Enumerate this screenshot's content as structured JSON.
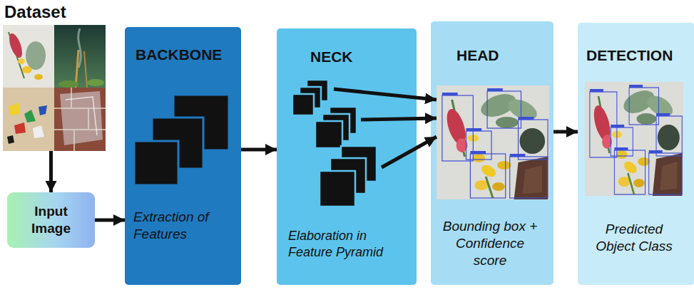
{
  "diagram": {
    "nodes": [
      {
        "text": [
          "Dataset"
        ]
      },
      {
        "text": [
          "Input Image"
        ]
      },
      {
        "text": [
          "BACKBONE",
          "Extraction of Features"
        ]
      },
      {
        "text": [
          "NECK",
          "Elaboration in Feature Pyramid"
        ]
      },
      {
        "text": [
          "HEAD",
          "Bounding box + Confidence score"
        ]
      },
      {
        "text": [
          "DETECTION",
          "Predicted Object Class"
        ]
      }
    ],
    "edges": [
      {
        "from": 0,
        "to": 1,
        "arrow": "to"
      },
      {
        "from": 1,
        "to": 2,
        "arrow": "to"
      },
      {
        "from": 2,
        "to": 3,
        "arrow": "to"
      },
      {
        "from": 3,
        "to": 4,
        "arrow": "to"
      },
      {
        "from": 3,
        "to": 4,
        "arrow": "to"
      },
      {
        "from": 3,
        "to": 4,
        "arrow": "to"
      },
      {
        "from": 4,
        "to": 5,
        "arrow": "to"
      }
    ]
  }
}
